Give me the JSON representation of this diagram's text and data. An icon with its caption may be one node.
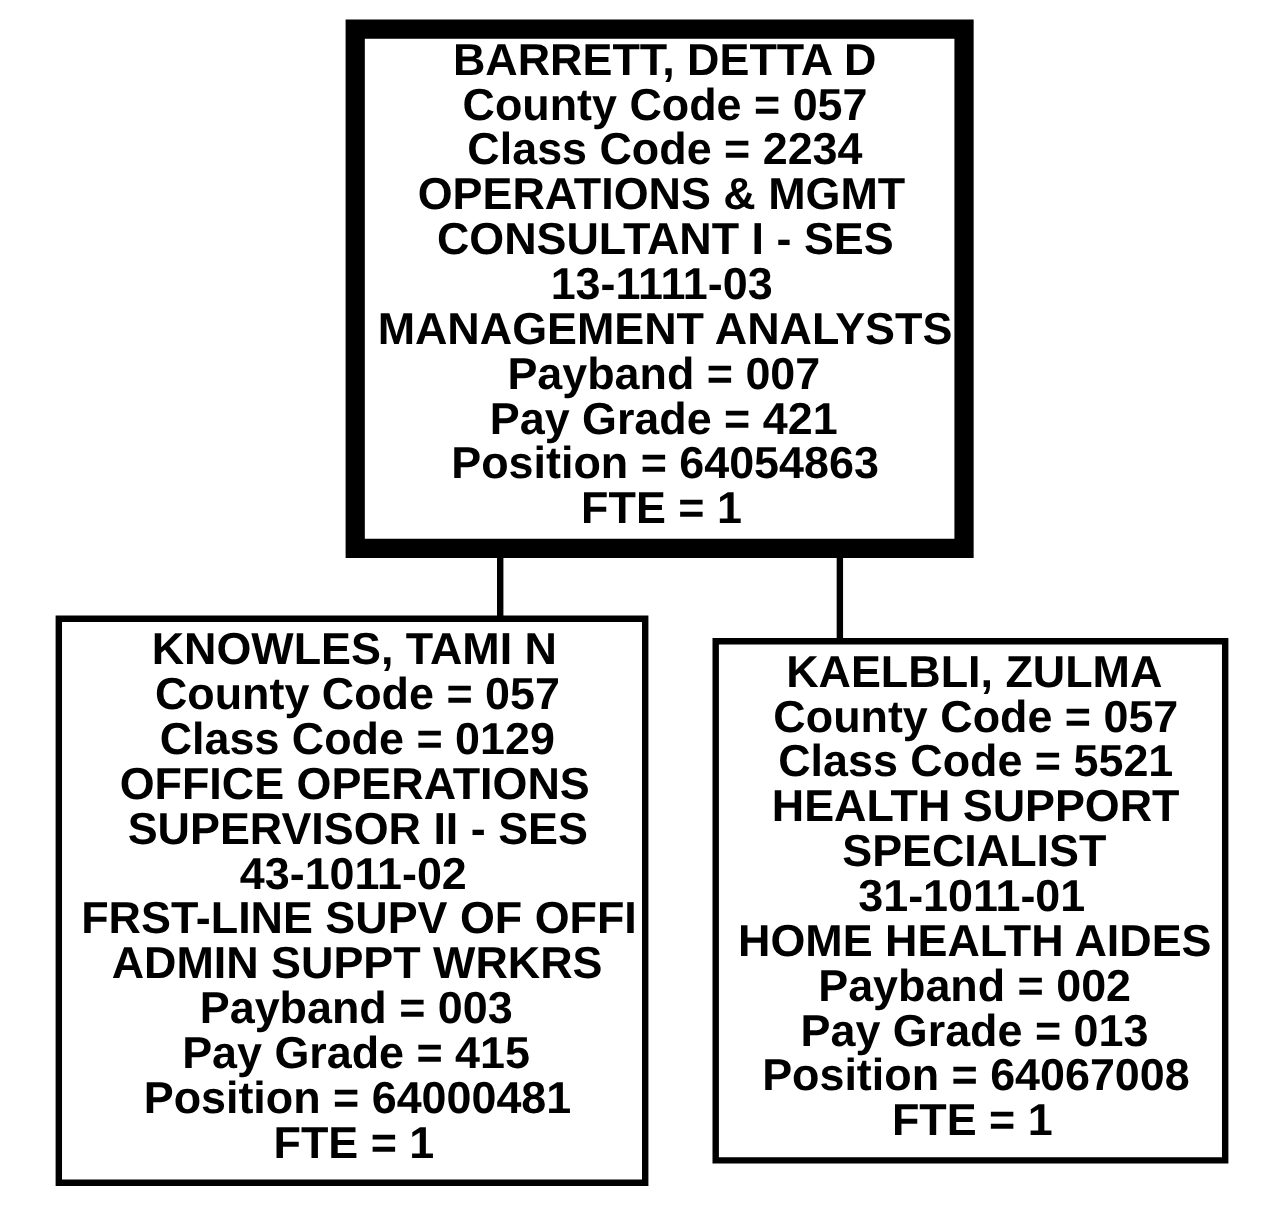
{
  "diagram": {
    "nodes": [
      {
        "text": [
          "BARRETT, DETTA D",
          "County Code = 057",
          "Class Code = 2234",
          "OPERATIONS & MGMT CONSULTANT I - SES",
          "13-1111-03",
          "MANAGEMENT ANALYSTS",
          "Payband = 007",
          "Pay Grade = 421",
          "Position = 64054863",
          "FTE = 1"
        ]
      },
      {
        "text": [
          "KNOWLES, TAMI N",
          "County Code = 057",
          "Class Code = 0129",
          "OFFICE OPERATIONS SUPERVISOR II - SES",
          "43-1011-02",
          "FRST-LINE SUPV OF OFFI ADMIN SUPPT WRKRS",
          "Payband = 003",
          "Pay Grade = 415",
          "Position = 64000481",
          "FTE = 1"
        ]
      },
      {
        "text": [
          "KAELBLI, ZULMA",
          "County Code = 057",
          "Class Code = 5521",
          "HEALTH SUPPORT SPECIALIST",
          "31-1011-01",
          "HOME HEALTH AIDES",
          "Payband = 002",
          "Pay Grade = 013",
          "Position = 64067008",
          "FTE = 1"
        ]
      }
    ],
    "edges": [
      {
        "from": 0,
        "to": 1,
        "arrow": "none"
      },
      {
        "from": 0,
        "to": 2,
        "arrow": "none"
      }
    ]
  }
}
